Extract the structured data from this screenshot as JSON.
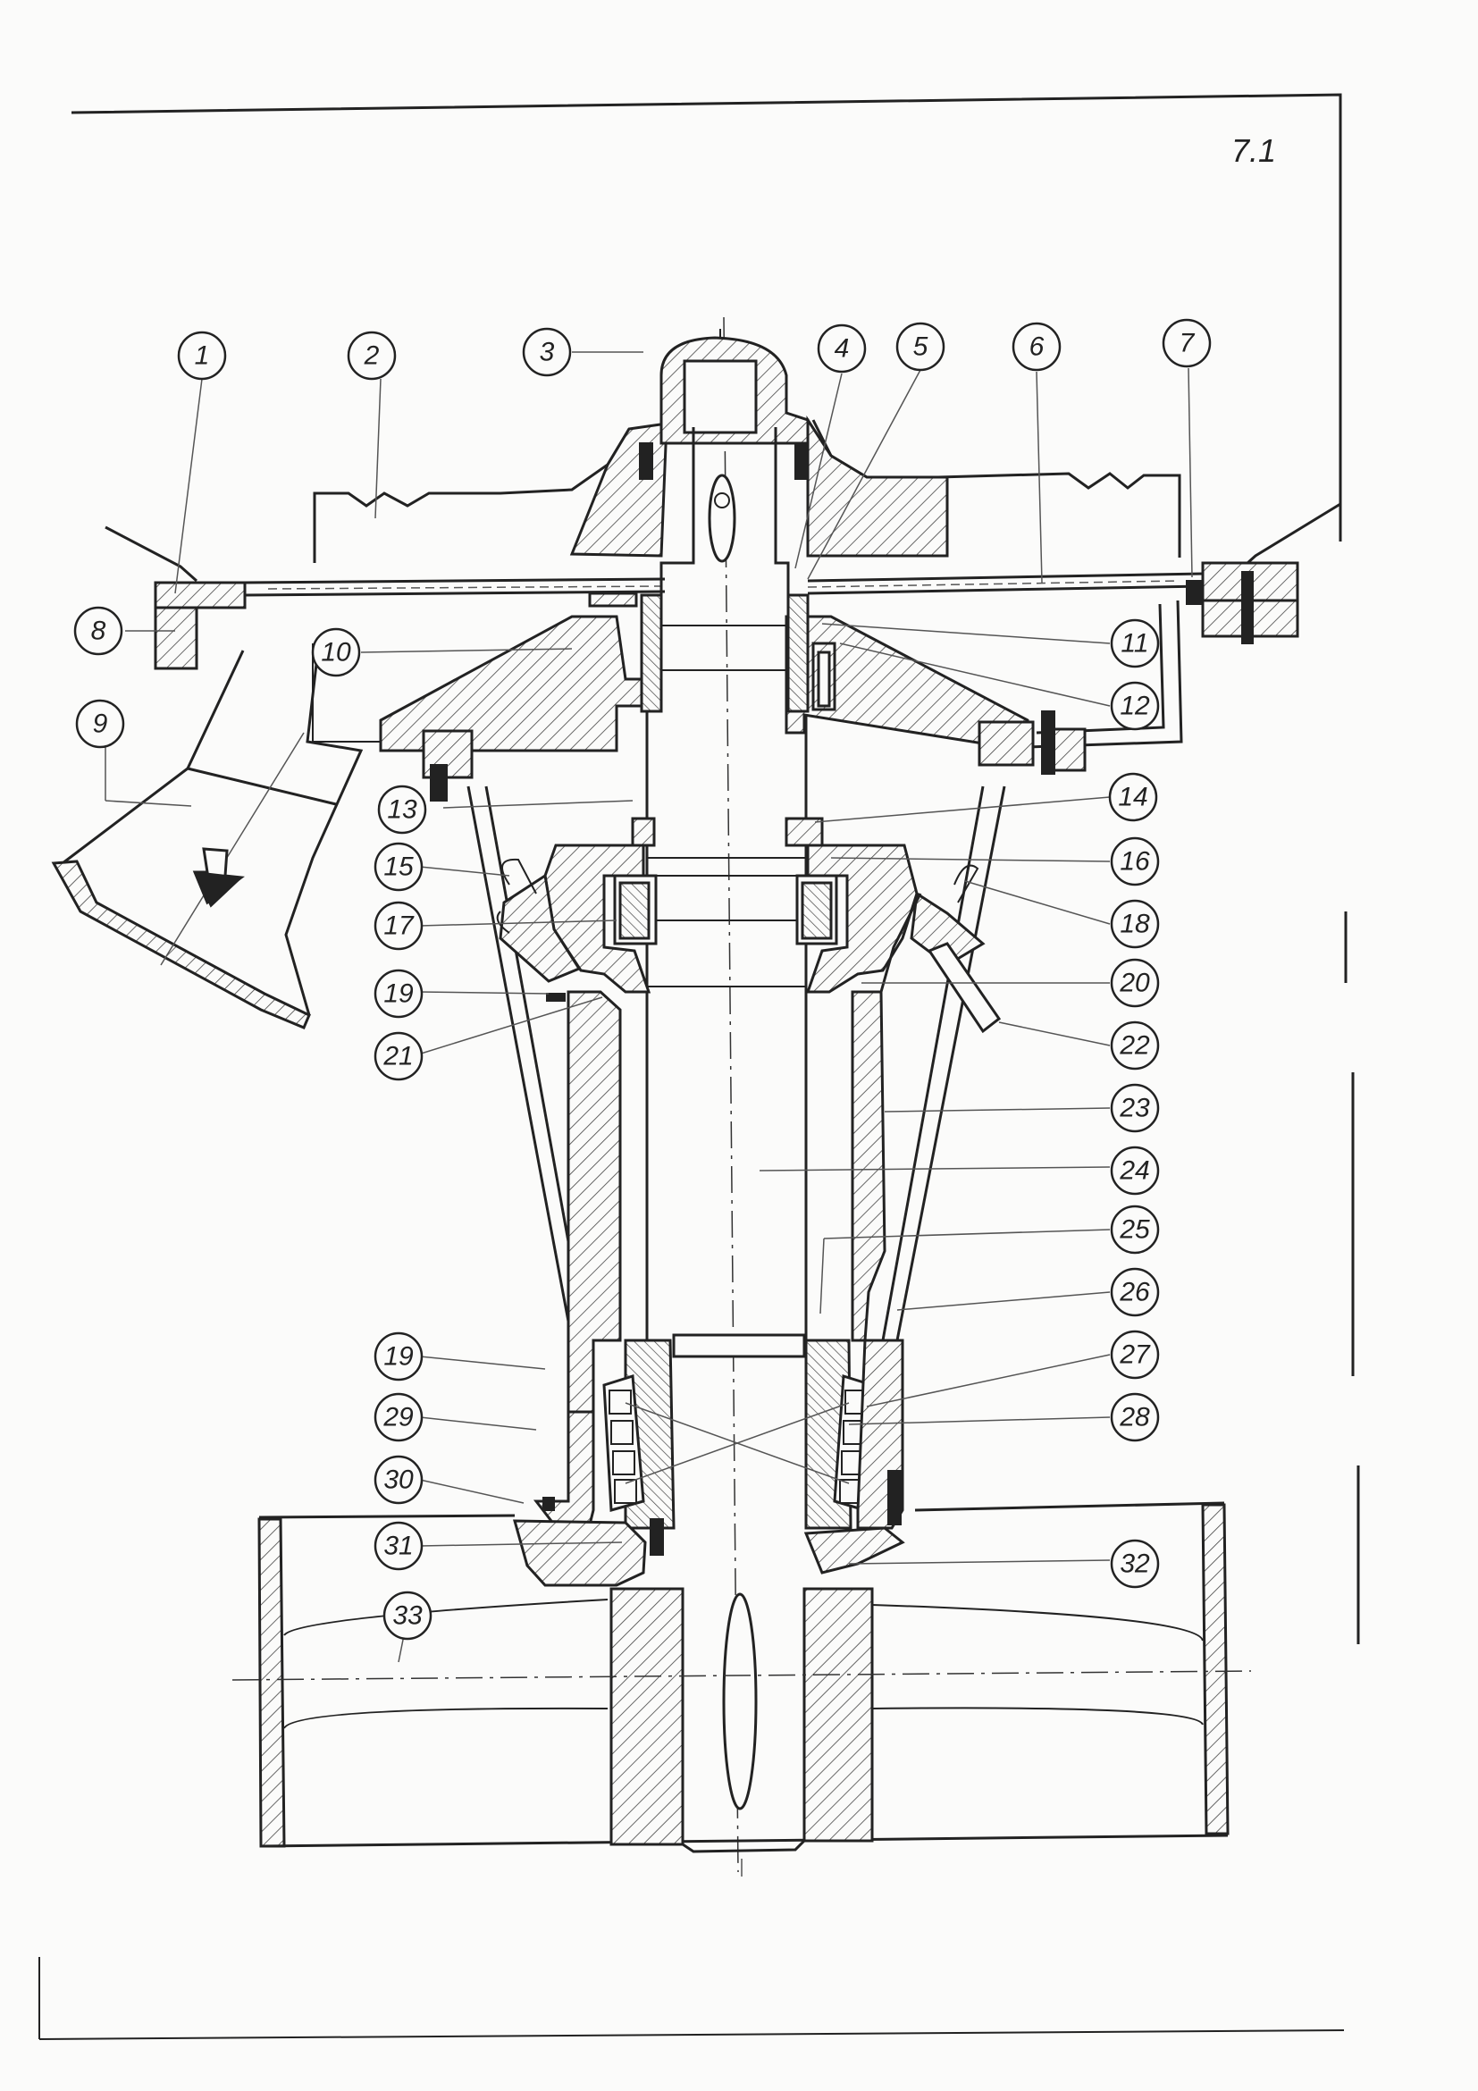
{
  "sheet_number": "7.1",
  "callouts": [
    {
      "label": "1"
    },
    {
      "label": "2"
    },
    {
      "label": "3"
    },
    {
      "label": "4"
    },
    {
      "label": "5"
    },
    {
      "label": "6"
    },
    {
      "label": "7"
    },
    {
      "label": "8"
    },
    {
      "label": "9"
    },
    {
      "label": "10"
    },
    {
      "label": "11"
    },
    {
      "label": "12"
    },
    {
      "label": "13"
    },
    {
      "label": "14"
    },
    {
      "label": "15"
    },
    {
      "label": "16"
    },
    {
      "label": "17"
    },
    {
      "label": "18"
    },
    {
      "label": "19"
    },
    {
      "label": "20"
    },
    {
      "label": "21"
    },
    {
      "label": "22"
    },
    {
      "label": "23"
    },
    {
      "label": "24"
    },
    {
      "label": "25"
    },
    {
      "label": "26"
    },
    {
      "label": "19"
    },
    {
      "label": "27"
    },
    {
      "label": "29"
    },
    {
      "label": "28"
    },
    {
      "label": "30"
    },
    {
      "label": "31"
    },
    {
      "label": "32"
    },
    {
      "label": "33"
    }
  ]
}
